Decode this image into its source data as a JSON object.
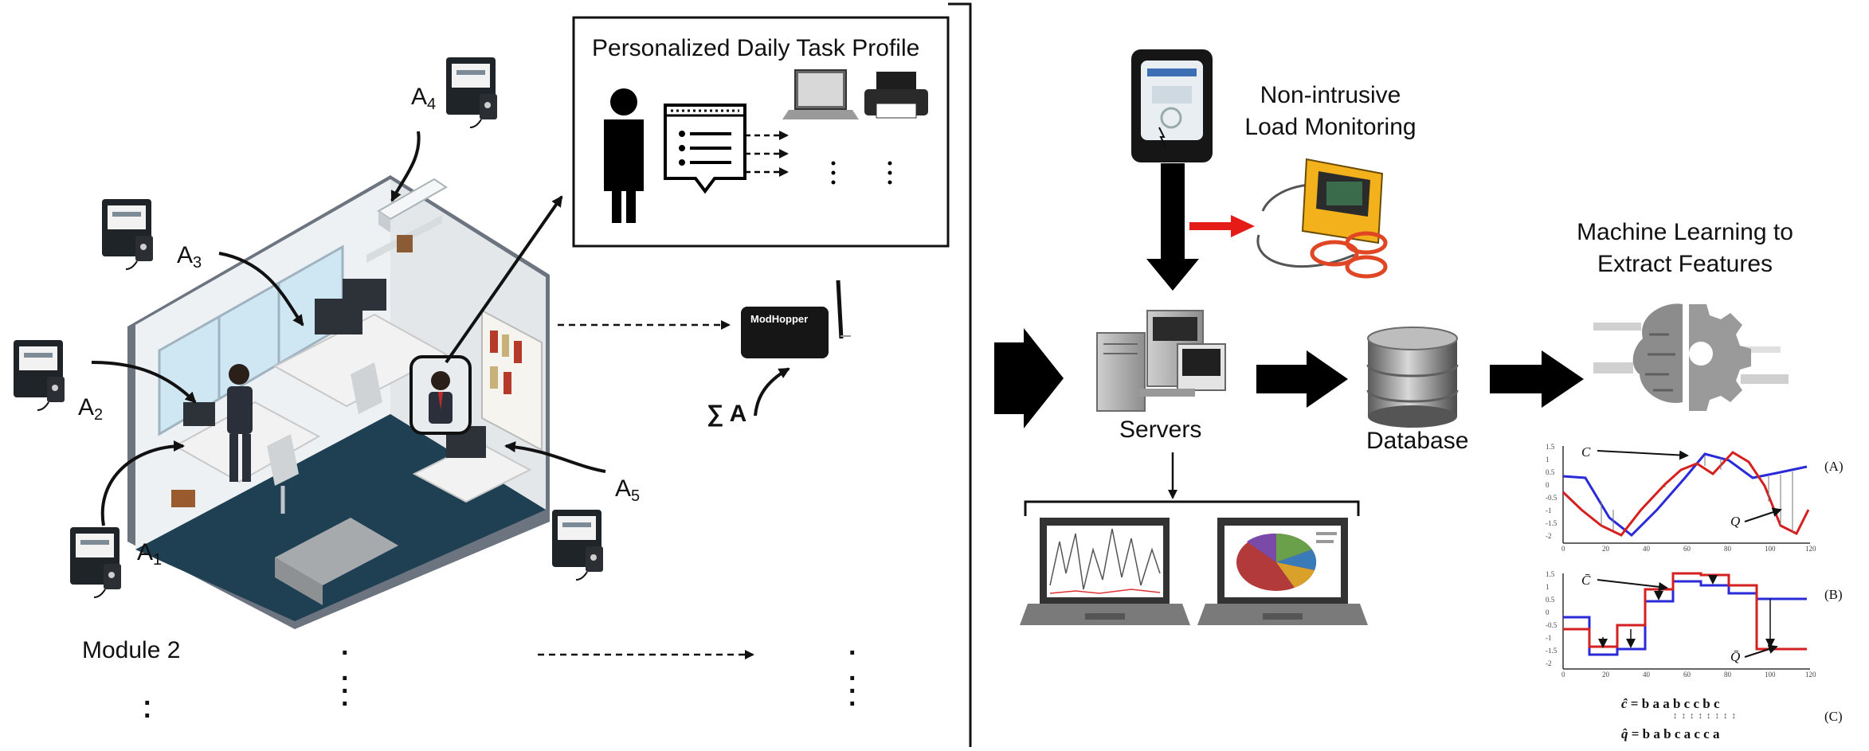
{
  "profile_box": {
    "title": "Personalized Daily Task Profile"
  },
  "meters": {
    "a1": {
      "letter": "A",
      "index": "1"
    },
    "a2": {
      "letter": "A",
      "index": "2"
    },
    "a3": {
      "letter": "A",
      "index": "3"
    },
    "a4": {
      "letter": "A",
      "index": "4"
    },
    "a5": {
      "letter": "A",
      "index": "5"
    }
  },
  "aggregate": {
    "label": "∑ A"
  },
  "gateway": {
    "brand": "ModHopper"
  },
  "module": {
    "label": "Module 2"
  },
  "nilm": {
    "line1": "Non-intrusive",
    "line2": "Load Monitoring"
  },
  "servers": {
    "label": "Servers"
  },
  "database": {
    "label": "Database"
  },
  "ml": {
    "line1": "Machine Learning  to",
    "line2": "Extract Features"
  },
  "plots": {
    "a_tag": "(A)",
    "b_tag": "(B)",
    "c_tag": "(C)",
    "a_c": "C",
    "a_q": "Q",
    "b_c": "C̄",
    "b_q": "Q̄",
    "eq_c_lhs": "ĉ",
    "eq_c_rhs": "=  b a a b c c b c",
    "eq_q_lhs": "q̂",
    "eq_q_rhs": "=  b a b c a c c a",
    "y_ticks_a": [
      "1.5",
      "1",
      "0.5",
      "0",
      "-0.5",
      "-1",
      "-1.5",
      "-2"
    ],
    "x_ticks": [
      "0",
      "20",
      "40",
      "60",
      "80",
      "100",
      "120"
    ],
    "y_ticks_b": [
      "1.5",
      "1",
      "0.5",
      "0",
      "-0.5",
      "-1",
      "-1.5",
      "-2"
    ]
  },
  "colors": {
    "red_arrow": "#e41b17",
    "dark_blue": "#1e3a4d",
    "series_c": "#2a2ad8",
    "series_q": "#d61f1f"
  }
}
